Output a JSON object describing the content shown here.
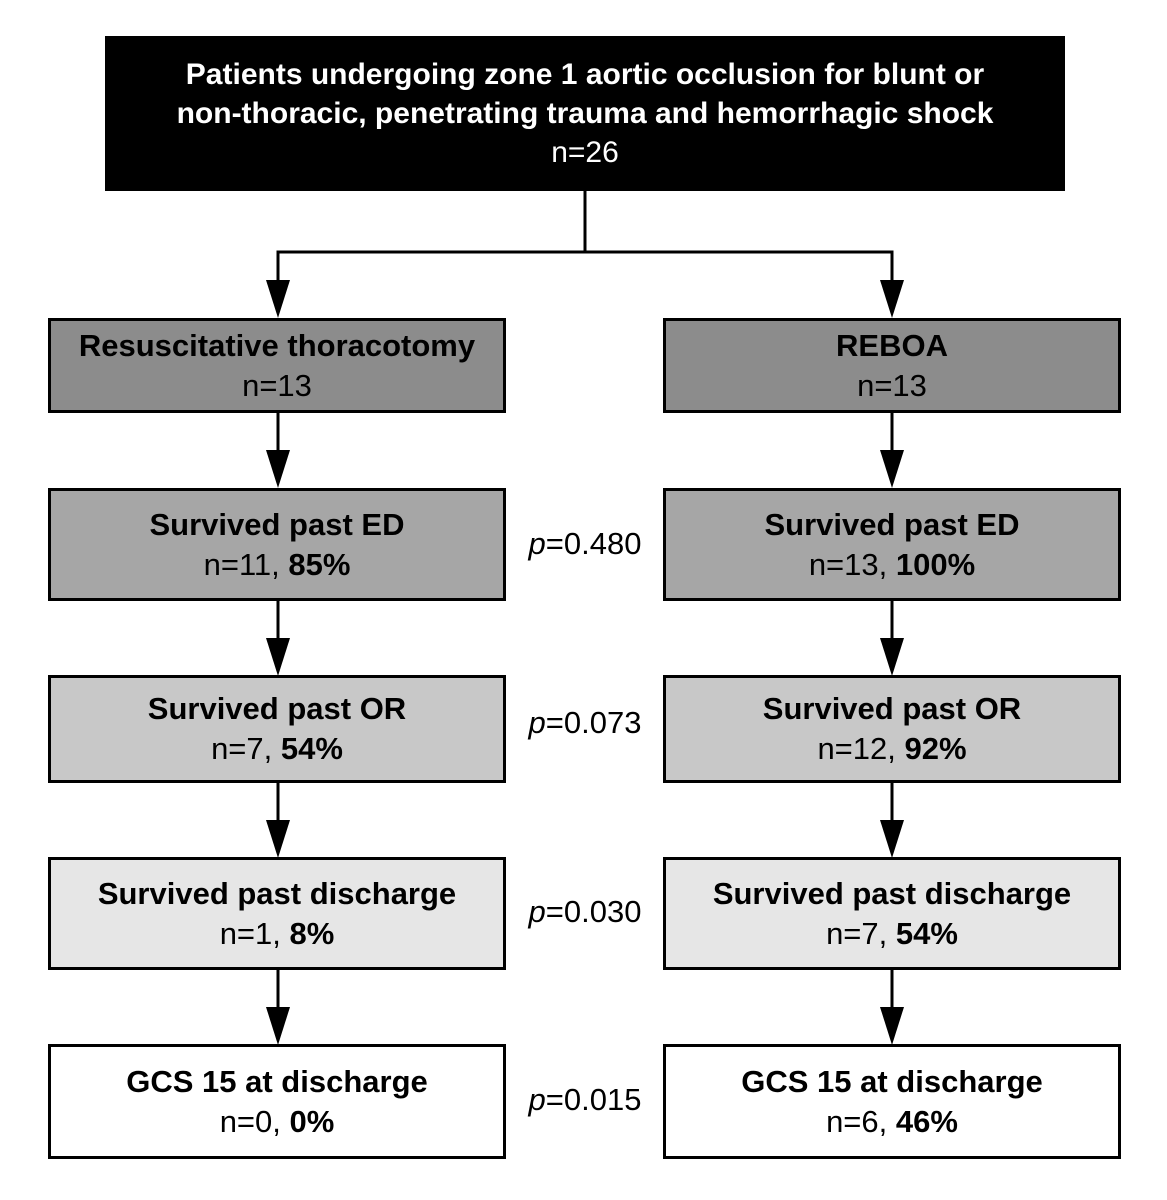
{
  "top": {
    "title_line1": "Patients undergoing zone 1 aortic occlusion for blunt or",
    "title_line2": "non-thoracic, penetrating trauma and hemorrhagic shock",
    "n": "n=26",
    "bg_color": "#000000"
  },
  "left": {
    "arm": {
      "title": "Resuscitative thoracotomy",
      "n": "n=13"
    },
    "ed": {
      "title": "Survived past ED",
      "n": "n=11, ",
      "pct": "85%"
    },
    "or": {
      "title": "Survived past OR",
      "n": "n=7, ",
      "pct": "54%"
    },
    "discharge": {
      "title": "Survived past discharge",
      "n": "n=1, ",
      "pct": "8%"
    },
    "gcs": {
      "title": "GCS 15 at discharge",
      "n": "n=0, ",
      "pct": "0%"
    }
  },
  "right": {
    "arm": {
      "title": "REBOA",
      "n": "n=13"
    },
    "ed": {
      "title": "Survived past ED",
      "n": "n=13, ",
      "pct": "100%"
    },
    "or": {
      "title": "Survived past OR",
      "n": "n=12, ",
      "pct": "92%"
    },
    "discharge": {
      "title": "Survived past discharge",
      "n": "n=7, ",
      "pct": "54%"
    },
    "gcs": {
      "title": "GCS 15 at discharge",
      "n": "n=6, ",
      "pct": "46%"
    }
  },
  "pvalues": {
    "p_symbol": "p",
    "ed": "=0.480",
    "or": "=0.073",
    "discharge": "=0.030",
    "gcs": "=0.015"
  },
  "colors": {
    "arm": "#8c8c8c",
    "ed": "#a6a6a6",
    "or": "#c8c8c8",
    "discharge": "#e6e6e6",
    "gcs": "#ffffff"
  }
}
